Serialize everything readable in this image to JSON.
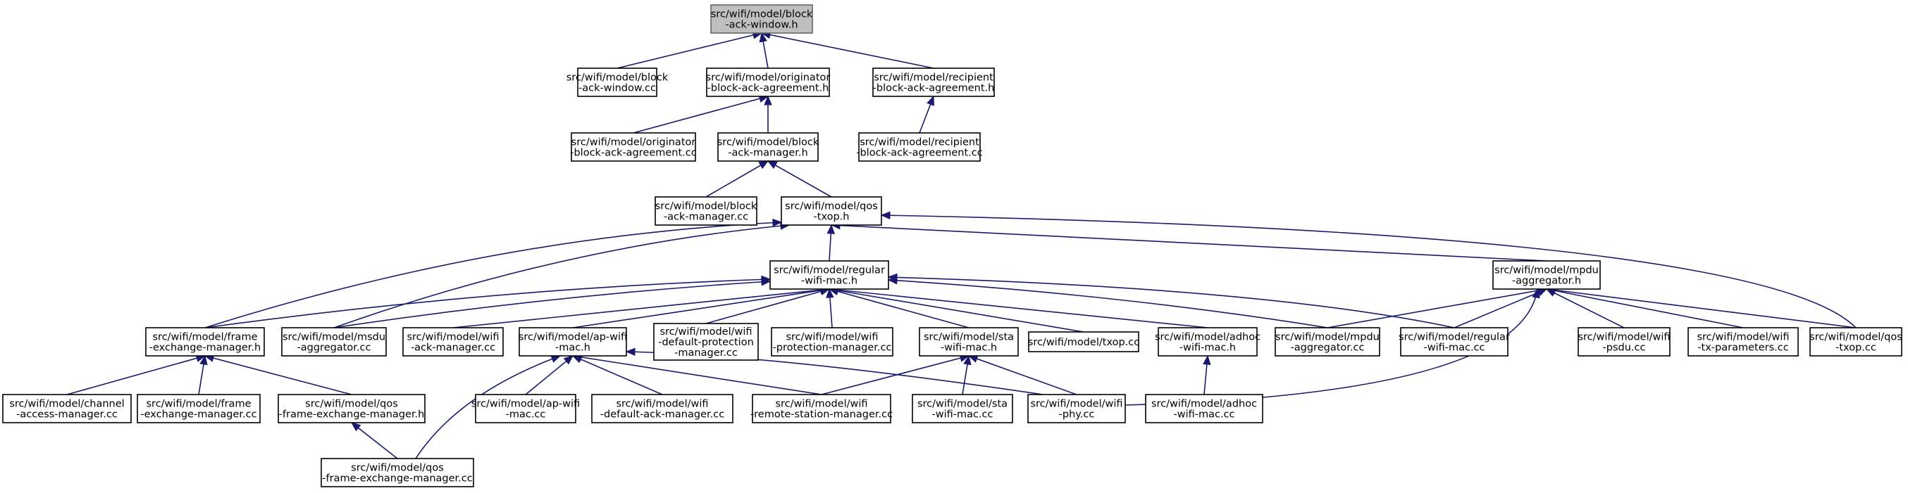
{
  "graph": {
    "root": "src/wifi/model/block-ack-window.h",
    "nodes": [
      {
        "id": "n0",
        "lines": [
          "src/wifi/model/block",
          "-ack-window.h"
        ],
        "root": true
      },
      {
        "id": "n1",
        "lines": [
          "src/wifi/model/block",
          "-ack-window.cc"
        ]
      },
      {
        "id": "n2",
        "lines": [
          "src/wifi/model/originator",
          "-block-ack-agreement.h"
        ]
      },
      {
        "id": "n3",
        "lines": [
          "src/wifi/model/recipient",
          "-block-ack-agreement.h"
        ]
      },
      {
        "id": "n4",
        "lines": [
          "src/wifi/model/originator",
          "-block-ack-agreement.cc"
        ]
      },
      {
        "id": "n5",
        "lines": [
          "src/wifi/model/block",
          "-ack-manager.h"
        ]
      },
      {
        "id": "n6",
        "lines": [
          "src/wifi/model/recipient",
          "-block-ack-agreement.cc"
        ]
      },
      {
        "id": "n7",
        "lines": [
          "src/wifi/model/block",
          "-ack-manager.cc"
        ]
      },
      {
        "id": "n8",
        "lines": [
          "src/wifi/model/qos",
          "-txop.h"
        ]
      },
      {
        "id": "n9",
        "lines": [
          "src/wifi/model/regular",
          "-wifi-mac.h"
        ]
      },
      {
        "id": "n10",
        "lines": [
          "src/wifi/model/mpdu",
          "-aggregator.h"
        ]
      },
      {
        "id": "n11",
        "lines": [
          "src/wifi/model/frame",
          "-exchange-manager.h"
        ]
      },
      {
        "id": "n12",
        "lines": [
          "src/wifi/model/msdu",
          "-aggregator.cc"
        ]
      },
      {
        "id": "n13",
        "lines": [
          "src/wifi/model/wifi",
          "-ack-manager.cc"
        ]
      },
      {
        "id": "n14",
        "lines": [
          "src/wifi/model/ap-wifi",
          "-mac.h"
        ]
      },
      {
        "id": "n15",
        "lines": [
          "src/wifi/model/wifi",
          "-default-protection",
          "-manager.cc"
        ]
      },
      {
        "id": "n16",
        "lines": [
          "src/wifi/model/wifi",
          "-protection-manager.cc"
        ]
      },
      {
        "id": "n17",
        "lines": [
          "src/wifi/model/sta",
          "-wifi-mac.h"
        ]
      },
      {
        "id": "n18",
        "lines": [
          "src/wifi/model/txop.cc"
        ]
      },
      {
        "id": "n19",
        "lines": [
          "src/wifi/model/adhoc",
          "-wifi-mac.h"
        ]
      },
      {
        "id": "n20",
        "lines": [
          "src/wifi/model/mpdu",
          "-aggregator.cc"
        ]
      },
      {
        "id": "n21",
        "lines": [
          "src/wifi/model/regular",
          "-wifi-mac.cc"
        ]
      },
      {
        "id": "n22",
        "lines": [
          "src/wifi/model/wifi",
          "-psdu.cc"
        ]
      },
      {
        "id": "n23",
        "lines": [
          "src/wifi/model/wifi",
          "-tx-parameters.cc"
        ]
      },
      {
        "id": "n24",
        "lines": [
          "src/wifi/model/qos",
          "-txop.cc"
        ]
      },
      {
        "id": "n25",
        "lines": [
          "src/wifi/model/channel",
          "-access-manager.cc"
        ]
      },
      {
        "id": "n26",
        "lines": [
          "src/wifi/model/frame",
          "-exchange-manager.cc"
        ]
      },
      {
        "id": "n27",
        "lines": [
          "src/wifi/model/qos",
          "-frame-exchange-manager.h"
        ]
      },
      {
        "id": "n28",
        "lines": [
          "src/wifi/model/ap-wifi",
          "-mac.cc"
        ]
      },
      {
        "id": "n29",
        "lines": [
          "src/wifi/model/wifi",
          "-default-ack-manager.cc"
        ]
      },
      {
        "id": "n30",
        "lines": [
          "src/wifi/model/wifi",
          "-remote-station-manager.cc"
        ]
      },
      {
        "id": "n31",
        "lines": [
          "src/wifi/model/sta",
          "-wifi-mac.cc"
        ]
      },
      {
        "id": "n32",
        "lines": [
          "src/wifi/model/wifi",
          "-phy.cc"
        ]
      },
      {
        "id": "n33",
        "lines": [
          "src/wifi/model/adhoc",
          "-wifi-mac.cc"
        ]
      },
      {
        "id": "n34",
        "lines": [
          "src/wifi/model/qos",
          "-frame-exchange-manager.cc"
        ]
      }
    ],
    "edges": [
      [
        "n1",
        "n0"
      ],
      [
        "n2",
        "n0"
      ],
      [
        "n3",
        "n0"
      ],
      [
        "n4",
        "n2"
      ],
      [
        "n5",
        "n2"
      ],
      [
        "n6",
        "n3"
      ],
      [
        "n7",
        "n5"
      ],
      [
        "n8",
        "n5"
      ],
      [
        "n9",
        "n8"
      ],
      [
        "n10",
        "n8"
      ],
      [
        "n11",
        "n8"
      ],
      [
        "n12",
        "n8"
      ],
      [
        "n24",
        "n8"
      ],
      [
        "n11",
        "n9"
      ],
      [
        "n12",
        "n9"
      ],
      [
        "n13",
        "n9"
      ],
      [
        "n14",
        "n9"
      ],
      [
        "n15",
        "n9"
      ],
      [
        "n16",
        "n9"
      ],
      [
        "n17",
        "n9"
      ],
      [
        "n18",
        "n9"
      ],
      [
        "n19",
        "n9"
      ],
      [
        "n20",
        "n9"
      ],
      [
        "n21",
        "n9"
      ],
      [
        "n20",
        "n10"
      ],
      [
        "n21",
        "n10"
      ],
      [
        "n22",
        "n10"
      ],
      [
        "n23",
        "n10"
      ],
      [
        "n24",
        "n10"
      ],
      [
        "n32",
        "n10"
      ],
      [
        "n25",
        "n11"
      ],
      [
        "n26",
        "n11"
      ],
      [
        "n27",
        "n11"
      ],
      [
        "n34",
        "n27"
      ],
      [
        "n28",
        "n14"
      ],
      [
        "n29",
        "n14"
      ],
      [
        "n30",
        "n14"
      ],
      [
        "n34",
        "n14"
      ],
      [
        "n32",
        "n14"
      ],
      [
        "n30",
        "n17"
      ],
      [
        "n31",
        "n17"
      ],
      [
        "n32",
        "n17"
      ],
      [
        "n33",
        "n19"
      ]
    ],
    "colors": {
      "edge": "#191970",
      "root_fill": "#bfbfbf",
      "node_fill": "#ffffff",
      "border": "#000000"
    }
  }
}
